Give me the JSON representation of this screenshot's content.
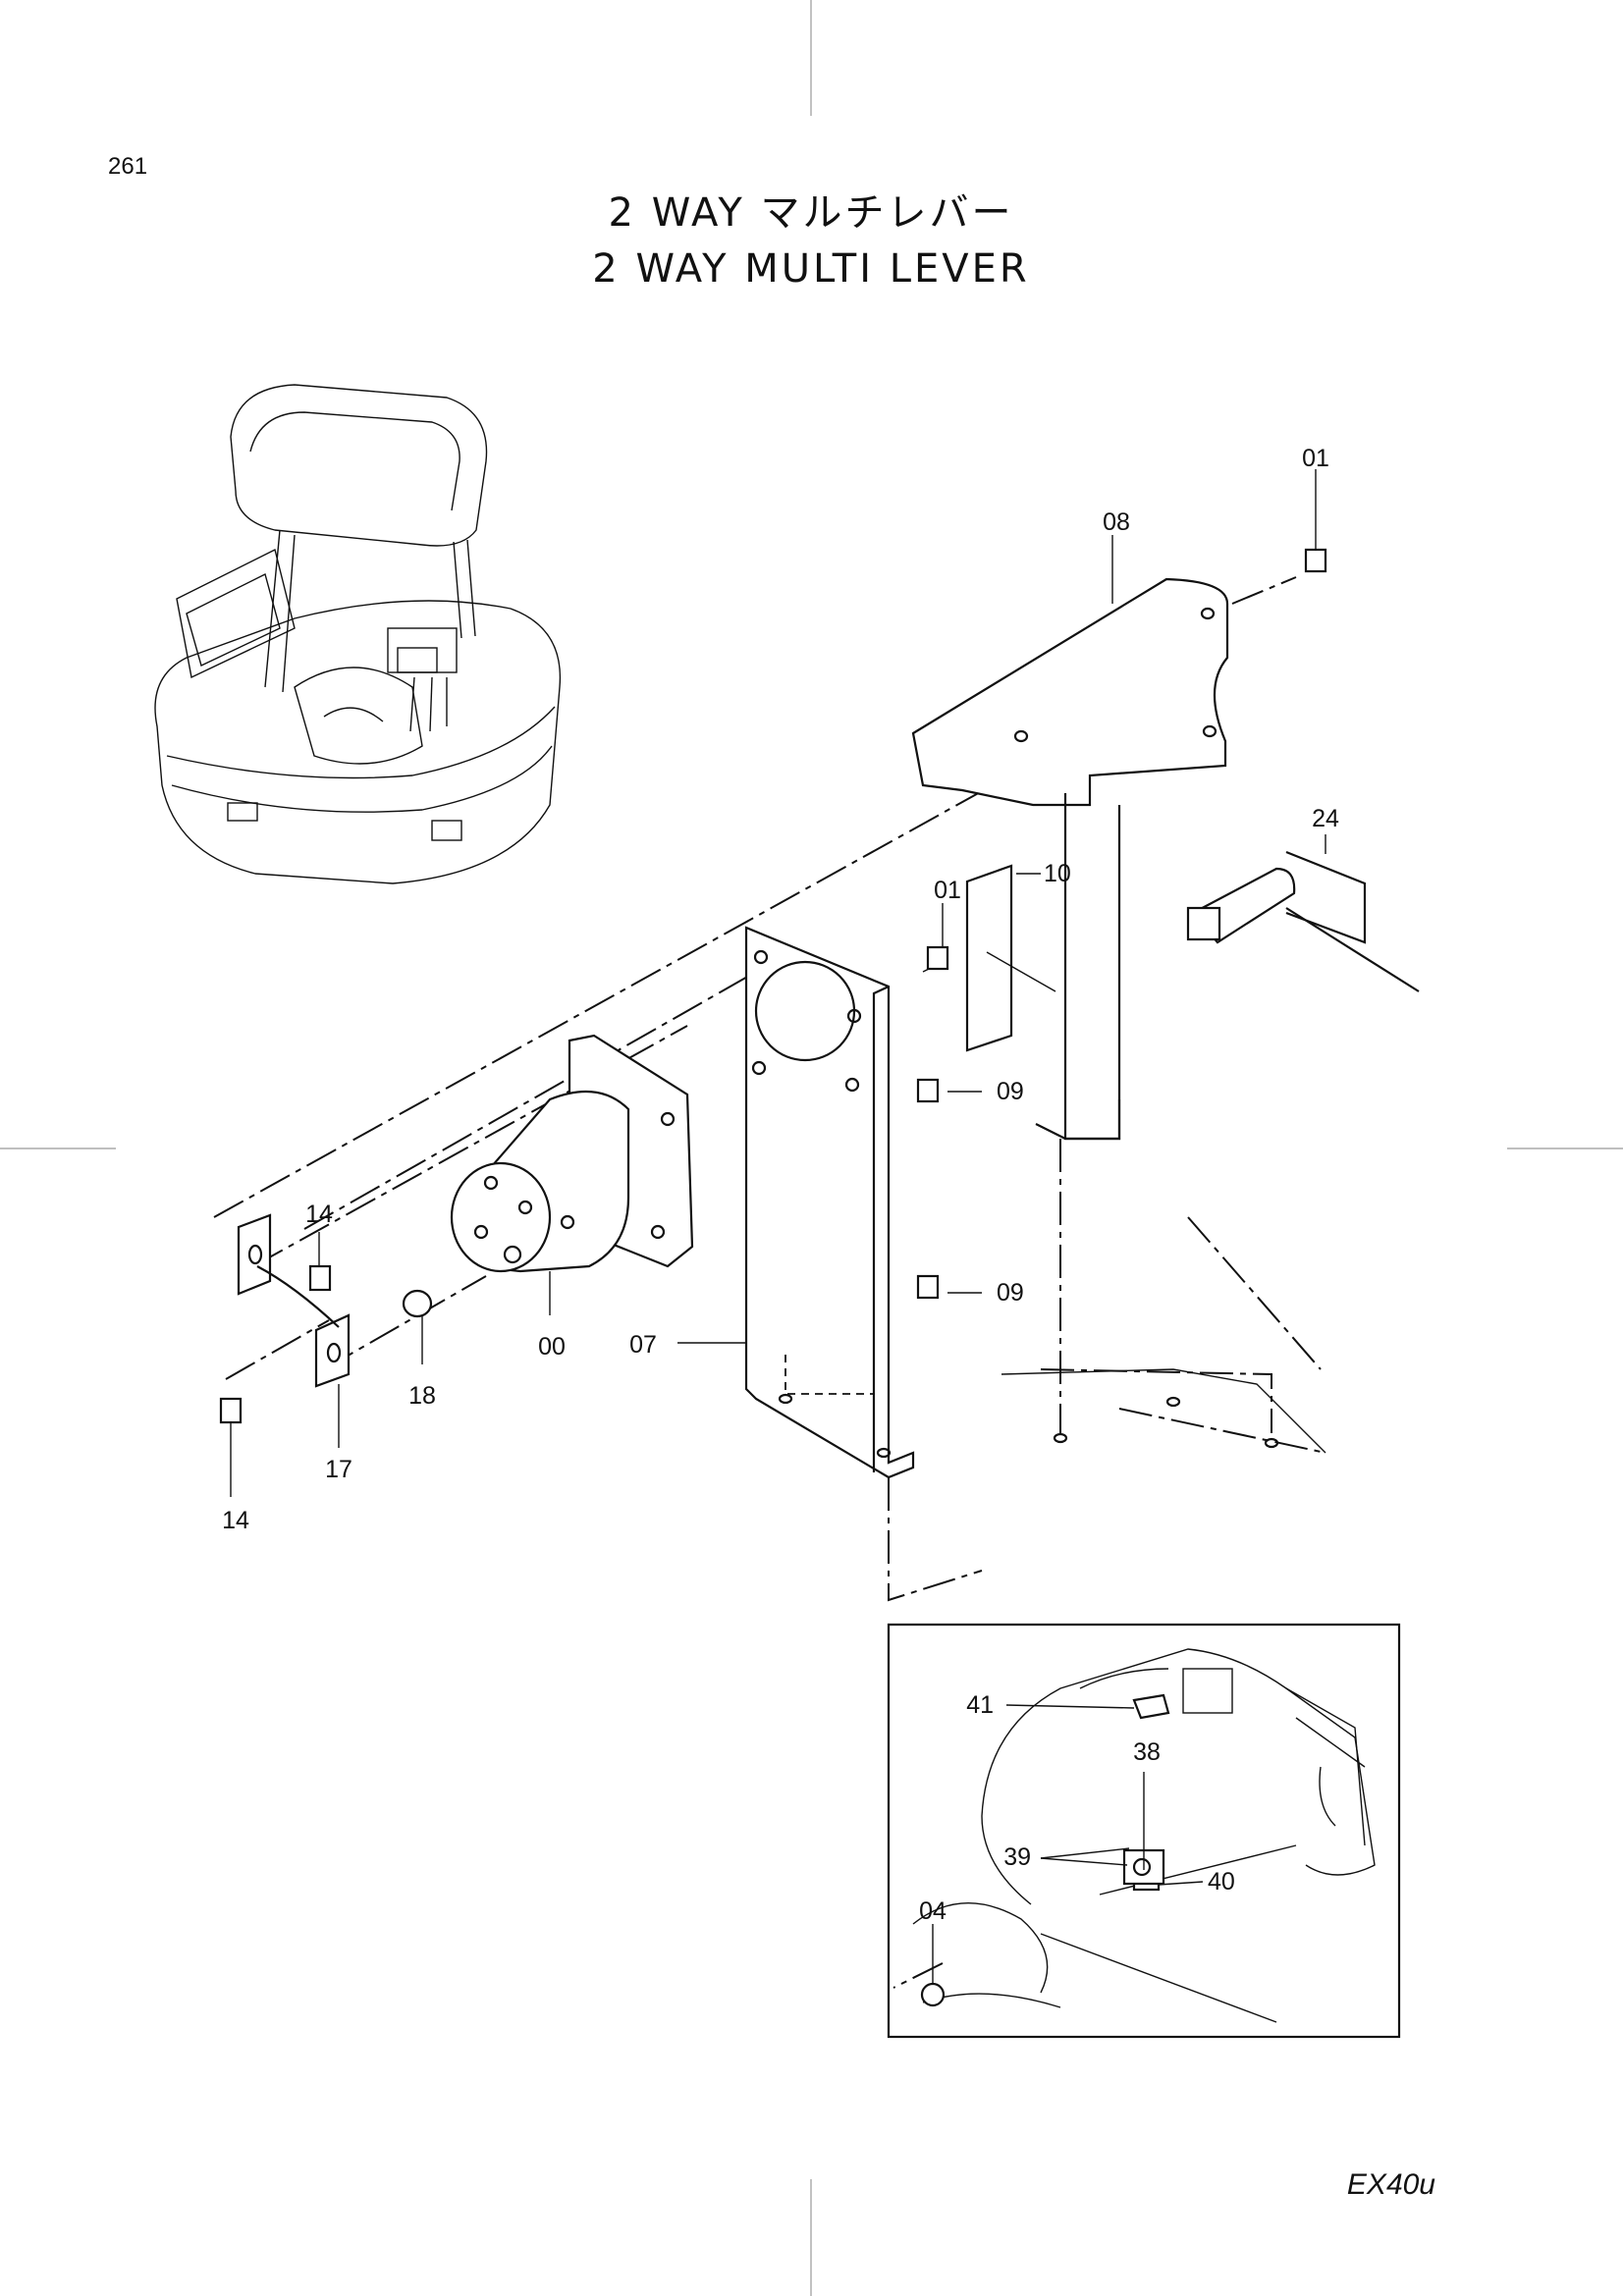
{
  "page_number": "261",
  "title_jp": "2 WAY マルチレバー",
  "title_en": "2 WAY MULTI LEVER",
  "model": "EX40u",
  "callouts": {
    "c01a": "01",
    "c08": "08",
    "c24": "24",
    "c01b": "01",
    "c10": "10",
    "c09a": "09",
    "c09b": "09",
    "c14a": "14",
    "c14b": "14",
    "c17": "17",
    "c18": "18",
    "c00": "00",
    "c07": "07",
    "c41": "41",
    "c38": "38",
    "c40": "40",
    "c39": "39",
    "c04": "04"
  }
}
